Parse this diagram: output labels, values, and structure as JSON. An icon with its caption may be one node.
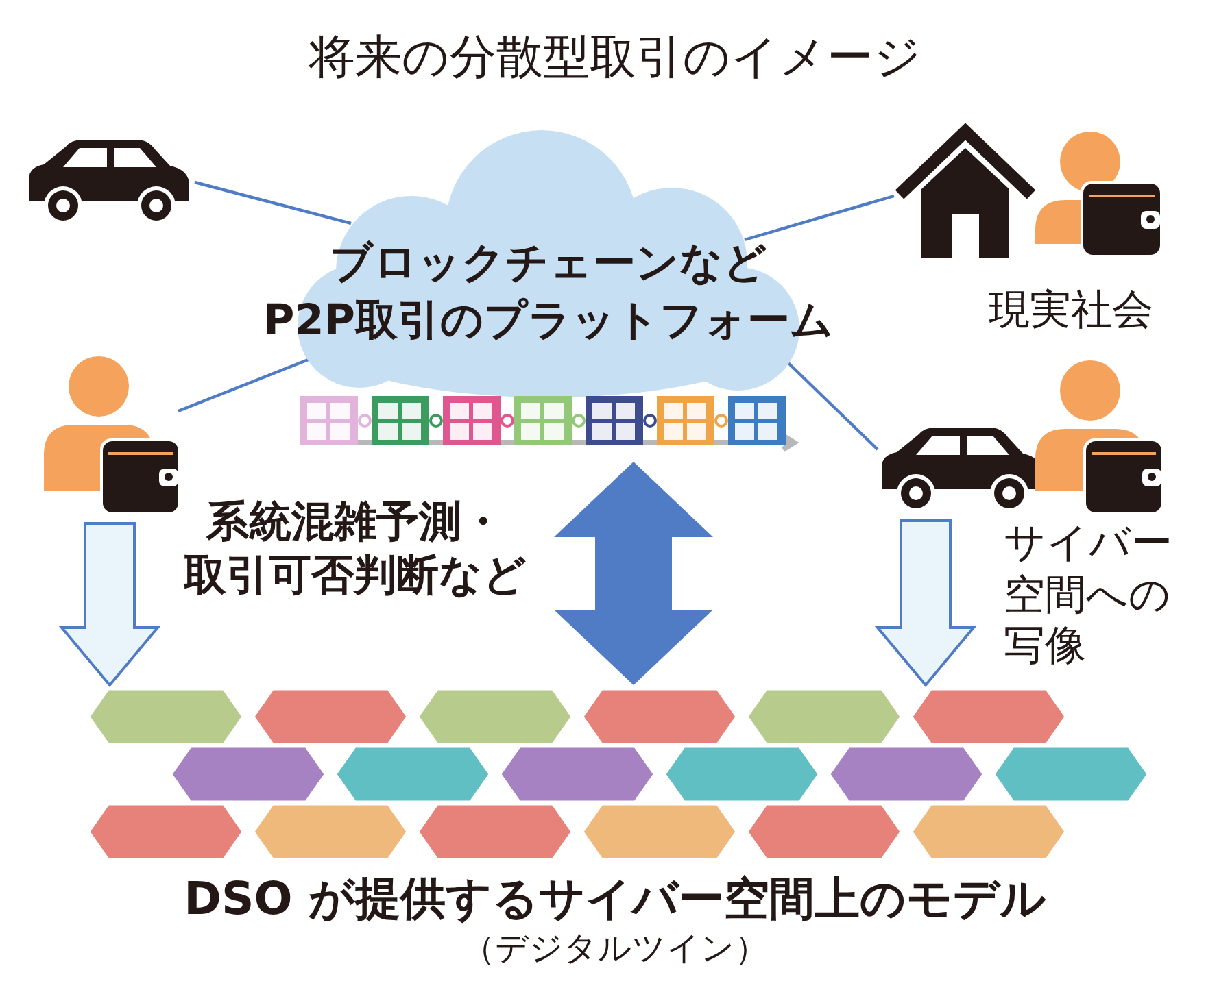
{
  "diagram": {
    "title": "将来の分散型取引のイメージ",
    "nodes": [
      {
        "text": [
          "ブロックチェーンなど",
          "P2P取引のプラットフォーム"
        ]
      },
      {
        "text": [],
        "shape": "picture"
      },
      {
        "text": [],
        "shape": "picture"
      },
      {
        "text": [],
        "shape": "picture"
      },
      {
        "text": [],
        "shape": "picture"
      },
      {
        "text": [],
        "shape": "picture",
        "beside": [
          "DSO が提供するサイバー空間上のモデル",
          "（デジタルツイン）"
        ]
      }
    ],
    "edges": [
      {
        "from": 0,
        "to": 1,
        "arrow": "none"
      },
      {
        "from": 0,
        "to": 2,
        "arrow": "none"
      },
      {
        "from": 0,
        "to": 3,
        "arrow": "none"
      },
      {
        "from": 0,
        "to": 4,
        "arrow": "none"
      },
      {
        "from": 0,
        "to": 5,
        "arrow": "both",
        "style": "thick"
      },
      {
        "from": 2,
        "to": 5,
        "arrow": "to"
      },
      {
        "from": 4,
        "to": 5,
        "arrow": "to"
      }
    ],
    "labels": [
      "現実社会",
      "系統混雑予測・取引可否判断など",
      "サイバー空間への写像"
    ]
  }
}
